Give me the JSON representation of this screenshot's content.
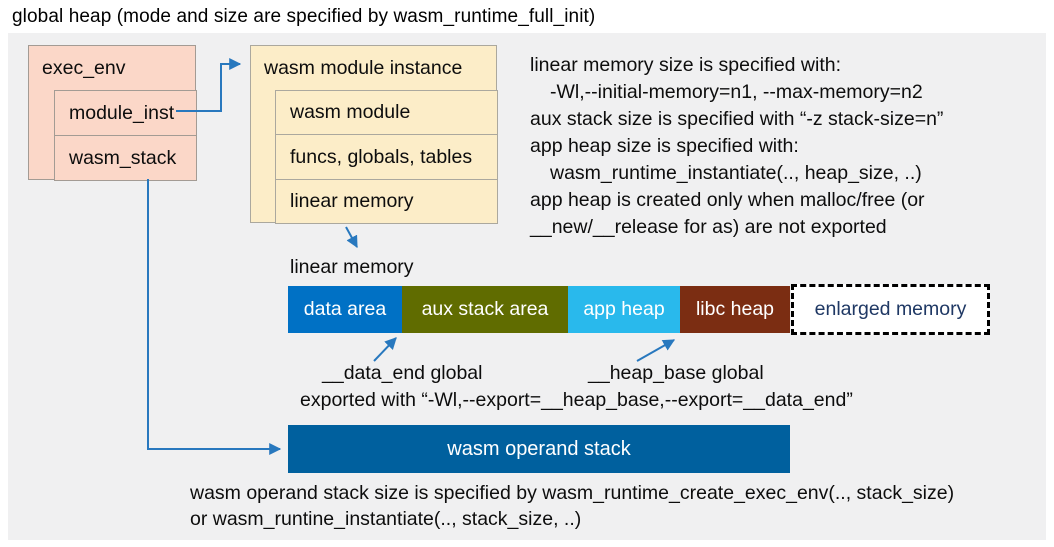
{
  "title": "global heap (mode and size are specified by wasm_runtime_full_init)",
  "exec_env": {
    "header": "exec_env",
    "fields": [
      {
        "label": "module_inst"
      },
      {
        "label": "wasm_stack"
      }
    ]
  },
  "module_instance": {
    "header": "wasm module instance",
    "fields": [
      {
        "label": "wasm module"
      },
      {
        "label": "funcs, globals, tables"
      },
      {
        "label": "linear memory"
      }
    ]
  },
  "notes_right": {
    "lines": [
      {
        "text": "linear memory size is specified with:"
      },
      {
        "text": "-Wl,--initial-memory=n1, --max-memory=n2"
      },
      {
        "text": "aux stack size is specified with “-z stack-size=n”"
      },
      {
        "text": "app heap size is specified with:"
      },
      {
        "text": "wasm_runtime_instantiate(.., heap_size, ..)"
      },
      {
        "text": "app heap is created only when malloc/free (or"
      },
      {
        "text": "__new/__release for as) are not exported"
      }
    ]
  },
  "linear_memory": {
    "label": "linear memory",
    "segments": [
      {
        "label": "data area",
        "color": "#0071c5",
        "text_color": "#ffffff"
      },
      {
        "label": "aux stack area",
        "color": "#606c00",
        "text_color": "#ffffff"
      },
      {
        "label": "app heap",
        "color": "#29b9ec",
        "text_color": "#ffffff"
      },
      {
        "label": "libc heap",
        "color": "#7b2d12",
        "text_color": "#ffffff"
      },
      {
        "label": "enlarged memory",
        "color": "#ffffff",
        "text_color": "#1f3864",
        "border": "dashed"
      }
    ],
    "annotations": {
      "data_end": "__data_end global",
      "heap_base": "__heap_base global",
      "exported": "exported with “-Wl,--export=__heap_base,--export=__data_end”"
    }
  },
  "operand_stack": {
    "label": "wasm operand stack",
    "color": "#00609e",
    "note_line1": "wasm operand stack size is specified by wasm_runtime_create_exec_env(.., stack_size)",
    "note_line2": "or wasm_runtine_instantiate(.., stack_size, ..)"
  },
  "colors": {
    "panel_bg": "#f0f0f1",
    "struct_box": "#fbd7c8",
    "instance_box": "#fcedc8",
    "arrow": "#2878be"
  }
}
